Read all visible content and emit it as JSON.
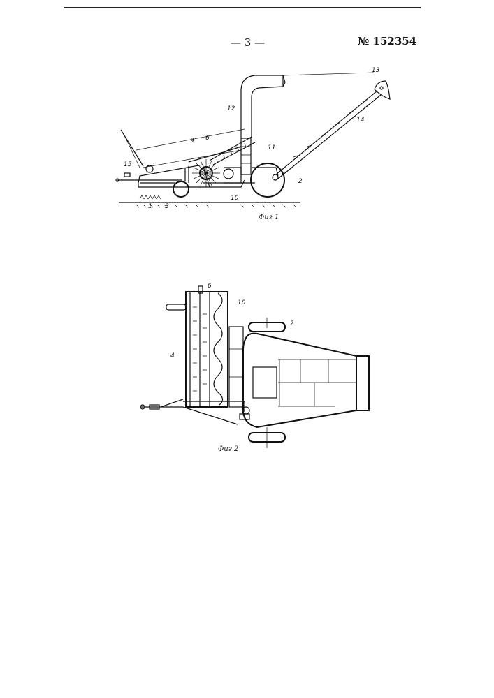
{
  "header": {
    "page_number": "— 3 —",
    "patent_number": "№ 152354"
  },
  "figure1": {
    "caption": "Фиг 1",
    "labels": {
      "l1": "1",
      "l2": "2",
      "l3": "3",
      "l6": "6",
      "l9": "9",
      "l10": "10",
      "l11": "11",
      "l12": "12",
      "l13": "13",
      "l14": "14",
      "l15": "15"
    }
  },
  "figure2": {
    "caption": "Фиг 2",
    "labels": {
      "l2": "2",
      "l4": "4",
      "l6": "6",
      "l10": "10"
    }
  }
}
